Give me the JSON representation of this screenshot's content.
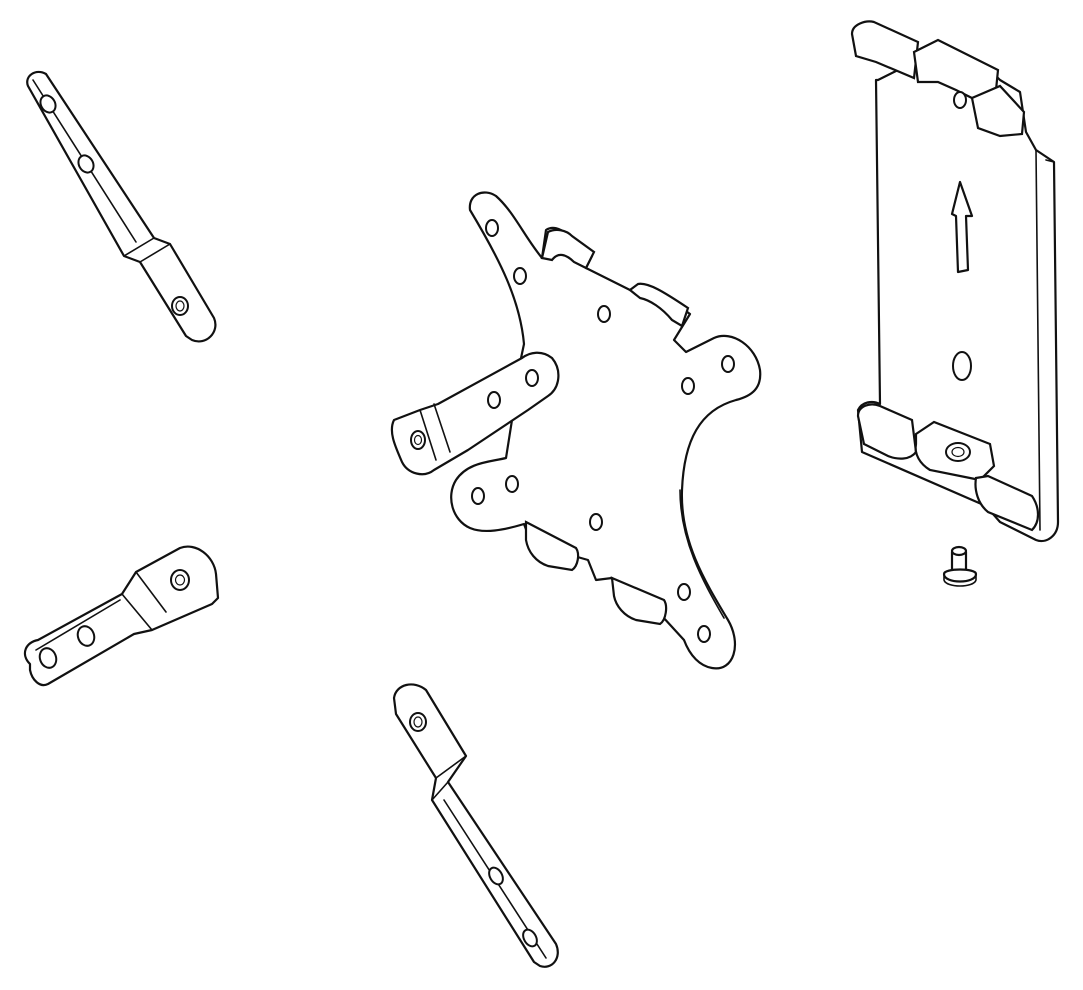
{
  "figure": {
    "parts": [
      {
        "name": "extension-arm-top-left",
        "icon": "bracket-arm-icon"
      },
      {
        "name": "extension-arm-middle-left",
        "icon": "bracket-arm-icon"
      },
      {
        "name": "extension-arm-bottom",
        "icon": "bracket-arm-icon"
      },
      {
        "name": "extension-arm-attached",
        "icon": "bracket-arm-icon"
      },
      {
        "name": "vesa-mounting-plate",
        "icon": "mounting-plate-icon"
      },
      {
        "name": "wall-plate",
        "icon": "wall-plate-icon"
      },
      {
        "name": "up-arrow",
        "icon": "arrow-up-icon"
      },
      {
        "name": "locking-screw",
        "icon": "screw-icon"
      }
    ],
    "colors": {
      "line": "#111111",
      "fill": "#ffffff",
      "background": "#ffffff"
    }
  }
}
